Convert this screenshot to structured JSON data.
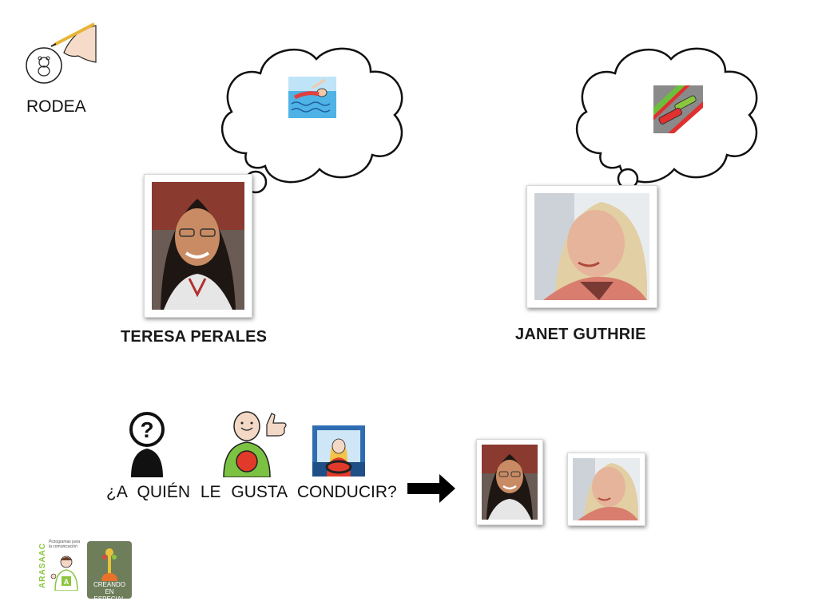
{
  "instruction": {
    "label": "RODEA",
    "icon": "pencil-circle-icon"
  },
  "people": [
    {
      "name": "TERESA PERALES",
      "thought_icon": "swimming-icon"
    },
    {
      "name": "JANET GUTHRIE",
      "thought_icon": "racing-car-icon"
    }
  ],
  "question": {
    "text": "¿A QUIÉN LE GUSTA CONDUCIR?",
    "pictograms": [
      "question-person-icon",
      "likes-icon",
      "driving-icon"
    ]
  },
  "answer_options": [
    "teresa-photo",
    "janet-photo"
  ],
  "footer": {
    "arasaac_title": "ARASAAC",
    "arasaac_tagline": "Pictogramas para la comunicación",
    "creando_label": "CREANDO EN ESPECIAL"
  },
  "colors": {
    "accent_green": "#8cc63f",
    "pool_blue": "#4fb3e6",
    "track_gray": "#8a8a8a",
    "thumb_green": "#7cc242"
  }
}
